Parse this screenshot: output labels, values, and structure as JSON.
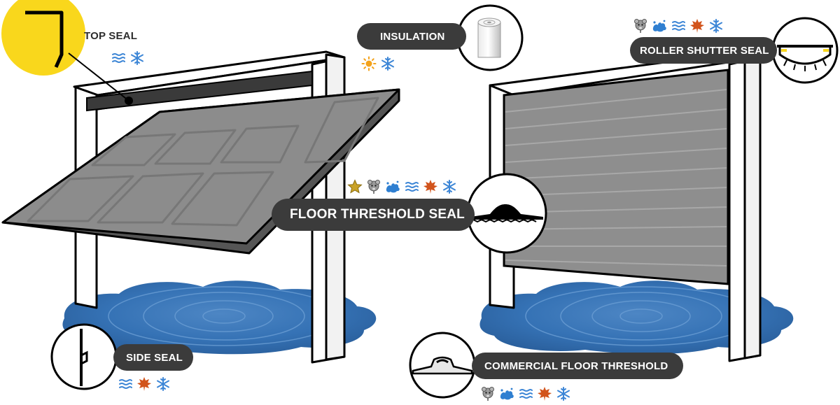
{
  "callouts": {
    "top_seal": {
      "label": "TOP SEAL",
      "icons": [
        "wind-icon",
        "snowflake-icon"
      ]
    },
    "insulation": {
      "label": "INSULATION",
      "icons": [
        "sun-icon",
        "snowflake-icon"
      ]
    },
    "roller_shutter_seal": {
      "label": "ROLLER SHUTTER SEAL",
      "icons": [
        "rodent-icon",
        "water-splash-icon",
        "wind-icon",
        "leaf-icon",
        "snowflake-icon"
      ]
    },
    "floor_threshold_seal": {
      "label": "FLOOR THRESHOLD SEAL",
      "icons": [
        "star-icon",
        "rodent-icon",
        "water-splash-icon",
        "wind-icon",
        "leaf-icon",
        "snowflake-icon"
      ]
    },
    "side_seal": {
      "label": "SIDE SEAL",
      "icons": [
        "wind-icon",
        "leaf-icon",
        "snowflake-icon"
      ]
    },
    "commercial_floor_threshold": {
      "label": "COMMERCIAL FLOOR THRESHOLD",
      "icons": [
        "rodent-icon",
        "water-splash-icon",
        "wind-icon",
        "leaf-icon",
        "snowflake-icon"
      ]
    }
  },
  "colors": {
    "accent_yellow": "#f9d71c",
    "label_bg": "#3b3b3b",
    "door_gray": "#8c8c8c",
    "water_blue": "#2e6bb0",
    "icon_blue": "#3d86d6",
    "leaf_orange": "#d2541c"
  }
}
